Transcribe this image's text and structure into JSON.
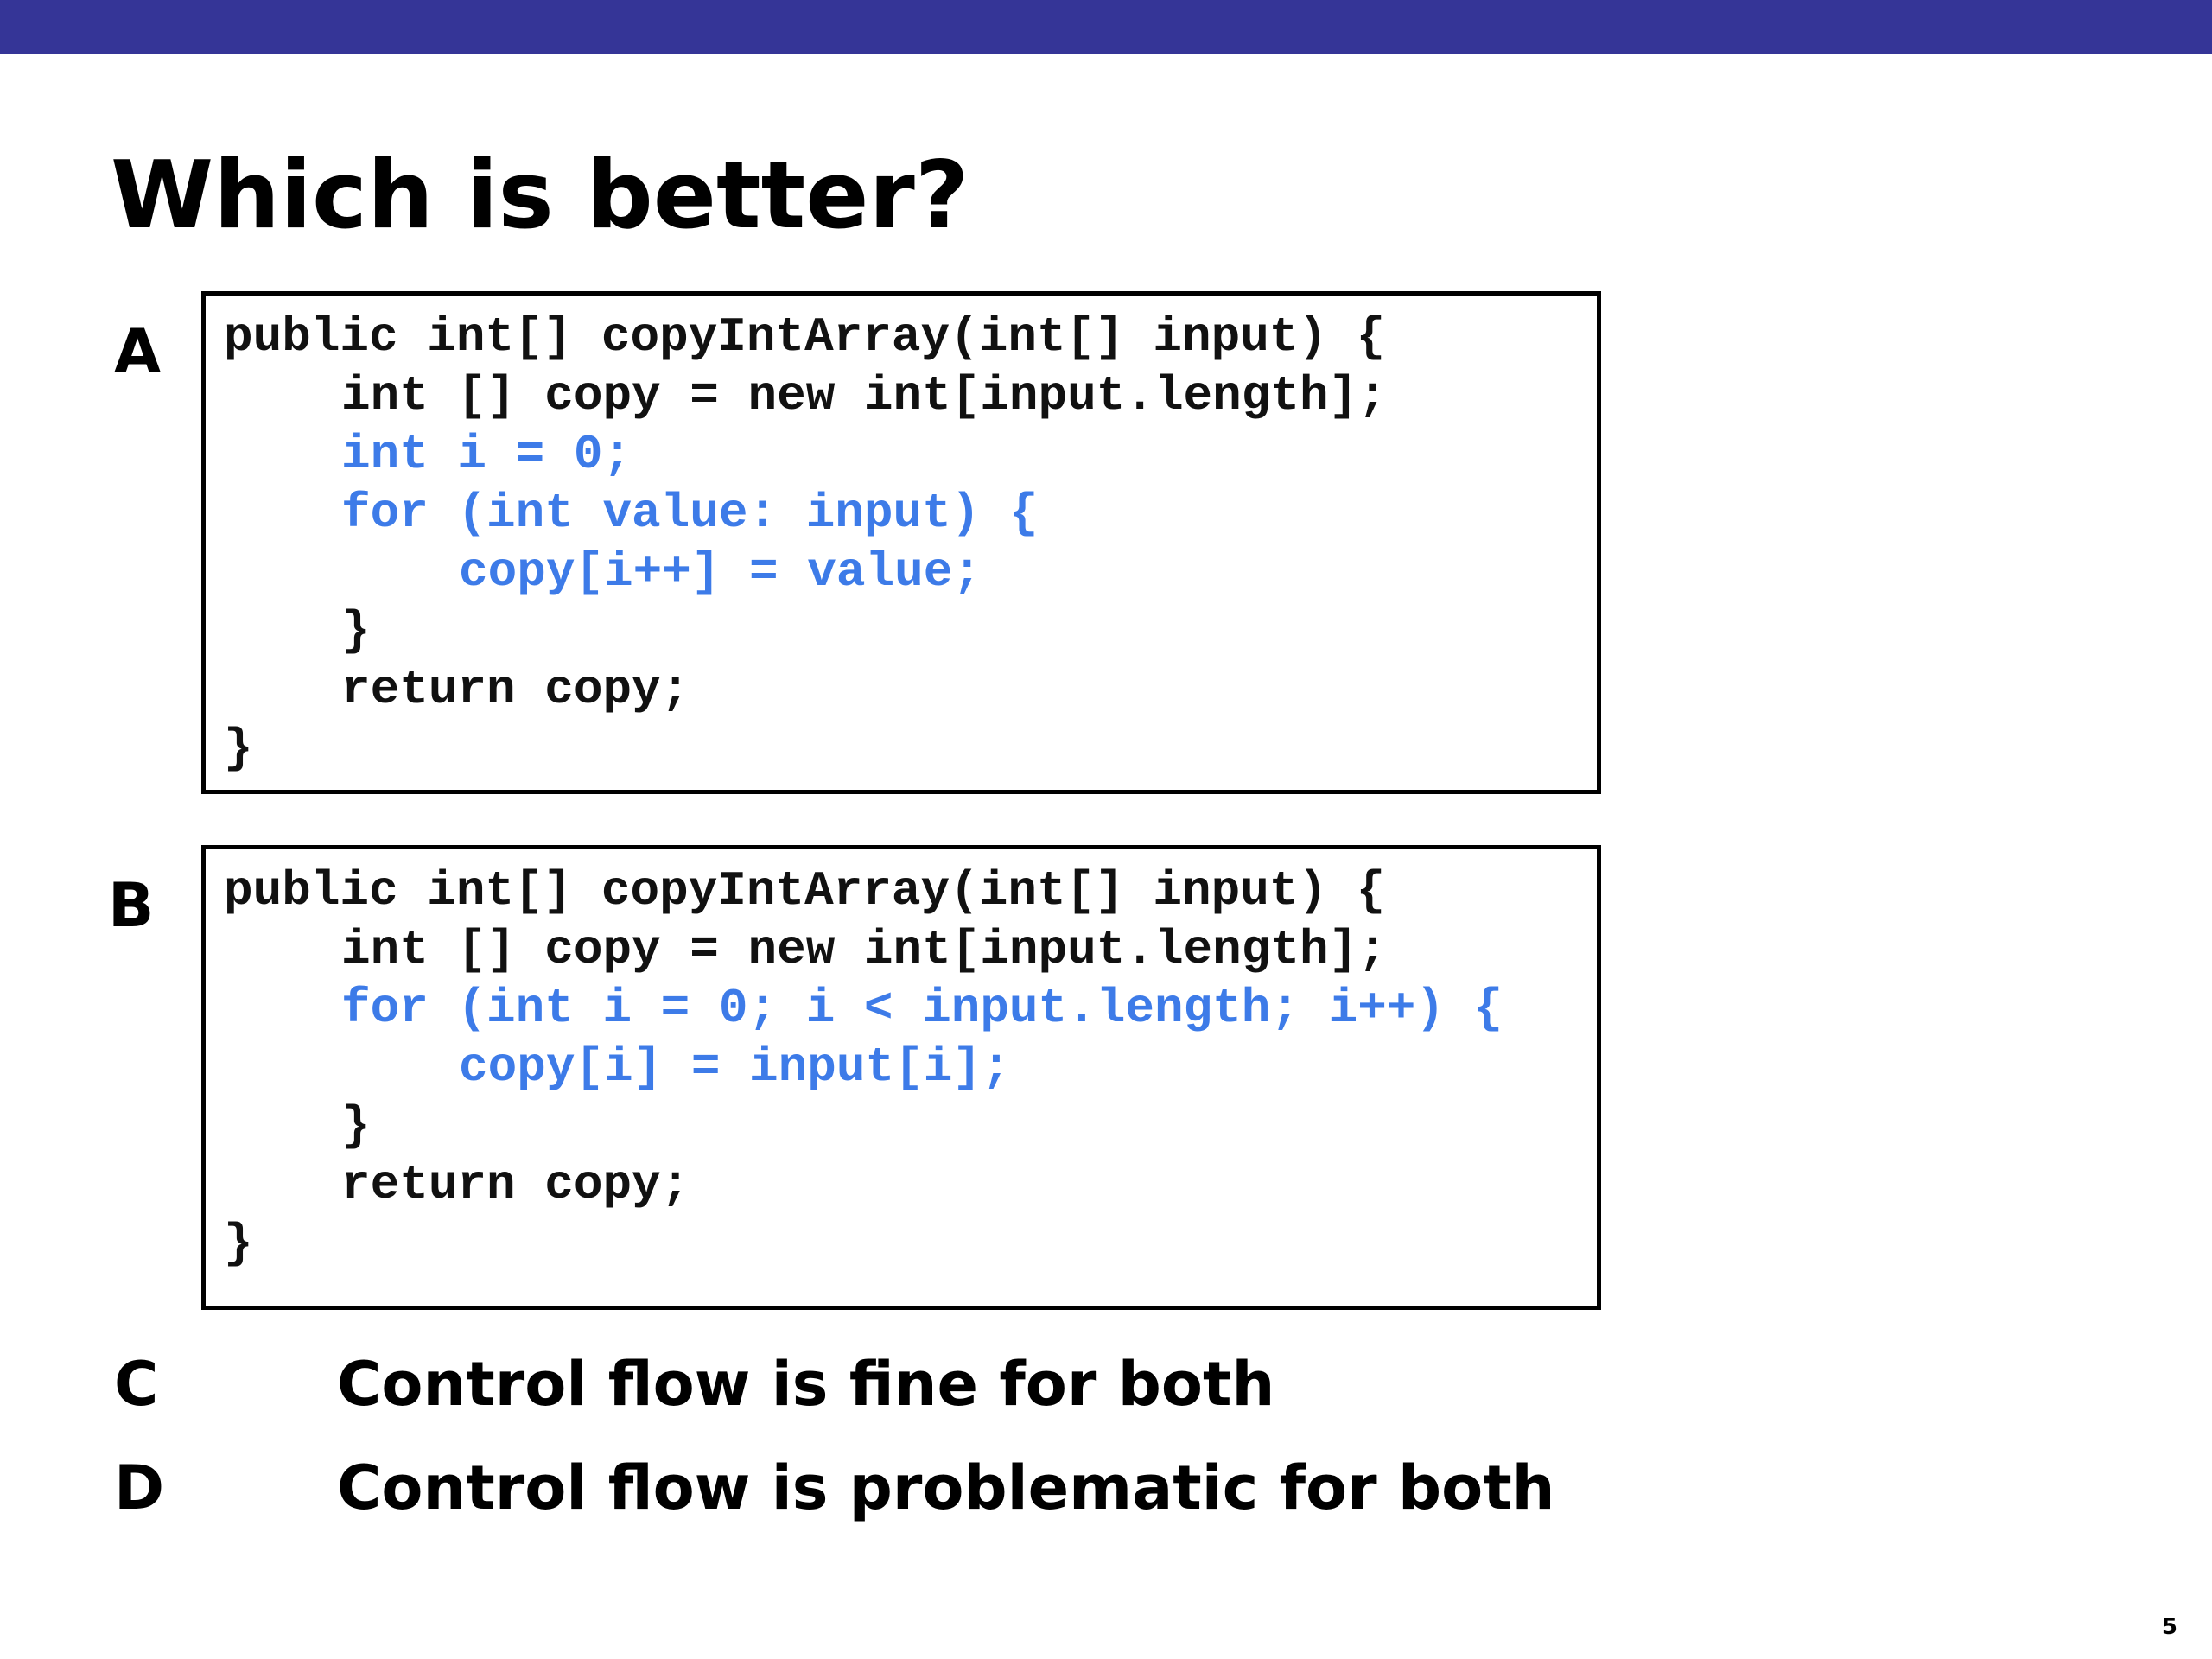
{
  "colors": {
    "top_bar": "#353597",
    "code_default": "#111111",
    "code_highlight": "#3d7be8",
    "text": "#000000"
  },
  "slide": {
    "title": "Which is better?",
    "page_number": "5"
  },
  "options": {
    "a": {
      "letter": "A",
      "code": [
        {
          "text": "public int[] copyIntArray(int[] input) {",
          "indent": 0,
          "highlight": false
        },
        {
          "text": "int [] copy = new int[input.length];",
          "indent": 1,
          "highlight": false
        },
        {
          "text": "int i = 0;",
          "indent": 1,
          "highlight": true
        },
        {
          "text": "for (int value: input) {",
          "indent": 1,
          "highlight": true
        },
        {
          "text": "copy[i++] = value;",
          "indent": 2,
          "highlight": true
        },
        {
          "text": "}",
          "indent": 1,
          "highlight": false
        },
        {
          "text": "return copy;",
          "indent": 1,
          "highlight": false
        },
        {
          "text": "}",
          "indent": 0,
          "highlight": false
        }
      ]
    },
    "b": {
      "letter": "B",
      "code": [
        {
          "text": "public int[] copyIntArray(int[] input) {",
          "indent": 0,
          "highlight": false
        },
        {
          "text": "int [] copy = new int[input.length];",
          "indent": 1,
          "highlight": false
        },
        {
          "text": "for (int i = 0; i < input.length; i++) {",
          "indent": 1,
          "highlight": true
        },
        {
          "text": "copy[i] = input[i];",
          "indent": 2,
          "highlight": true
        },
        {
          "text": "}",
          "indent": 1,
          "highlight": false
        },
        {
          "text": "return copy;",
          "indent": 1,
          "highlight": false
        },
        {
          "text": "}",
          "indent": 0,
          "highlight": false
        }
      ]
    },
    "c": {
      "letter": "C",
      "text": "Control flow is fine for both"
    },
    "d": {
      "letter": "D",
      "text": "Control flow is problematic for both"
    }
  }
}
